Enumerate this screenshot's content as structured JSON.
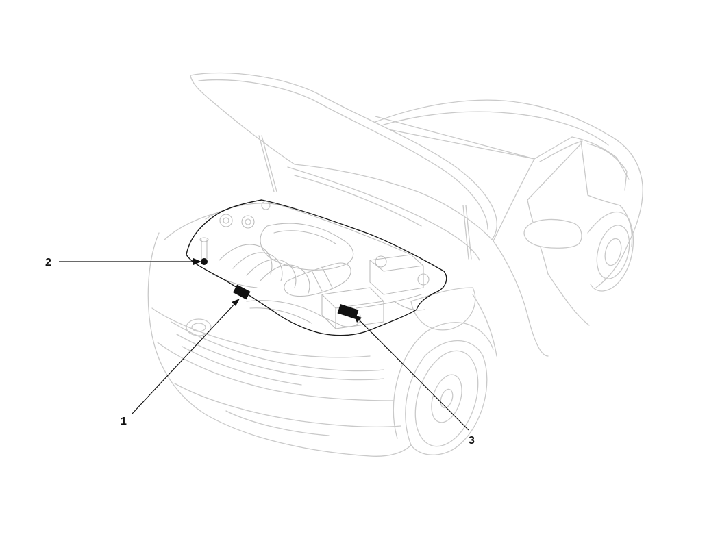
{
  "callouts": [
    {
      "id": "1",
      "label": "1"
    },
    {
      "id": "2",
      "label": "2"
    },
    {
      "id": "3",
      "label": "3"
    }
  ],
  "colors": {
    "car_outline": "#c9c9c9",
    "engine_bay_outline": "#1a1a1a",
    "callout": "#111111",
    "background": "#ffffff"
  }
}
